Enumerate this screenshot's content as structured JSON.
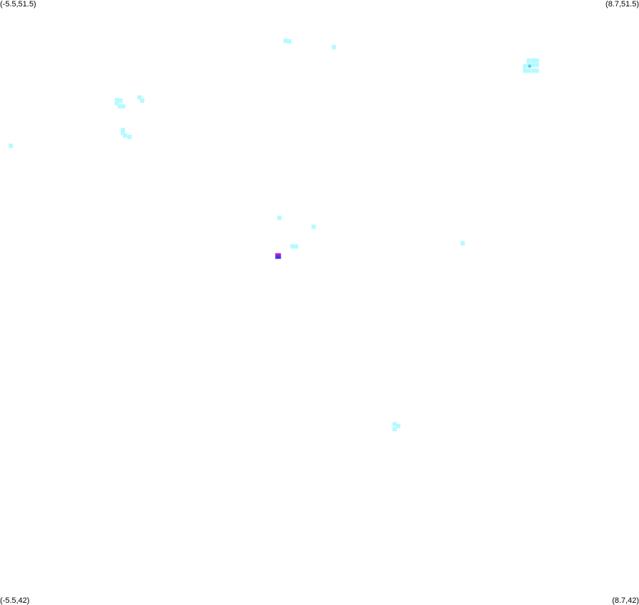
{
  "map": {
    "corners": {
      "top_left": "(-5.5,51.5)",
      "top_right": "(8.7,51.5)",
      "bottom_left": "(-5.5,42)",
      "bottom_right": "(8.7,42)"
    },
    "extent": {
      "lon_min": -5.5,
      "lon_max": 8.7,
      "lat_min": 42,
      "lat_max": 51.5
    },
    "colors": {
      "background": "#ffffff",
      "cell": "#b3fbff",
      "cell_dark": "#62c6ce",
      "highlight_top": "#d020d0",
      "highlight_bottom": "#2030f0"
    },
    "cells": [
      {
        "lon": 0.85,
        "lat": 50.86
      },
      {
        "lon": 0.93,
        "lat": 50.85
      },
      {
        "lon": 1.92,
        "lat": 50.76
      },
      {
        "lon": 6.25,
        "lat": 50.55
      },
      {
        "lon": 6.35,
        "lat": 50.55
      },
      {
        "lon": 6.43,
        "lat": 50.55
      },
      {
        "lon": 6.25,
        "lat": 50.48
      },
      {
        "lon": 6.35,
        "lat": 50.48
      },
      {
        "lon": 6.43,
        "lat": 50.48
      },
      {
        "lon": 6.17,
        "lat": 50.46
      },
      {
        "lon": 6.17,
        "lat": 50.39
      },
      {
        "lon": 6.25,
        "lat": 50.39
      },
      {
        "lon": 6.35,
        "lat": 50.39
      },
      {
        "lon": 6.43,
        "lat": 50.39
      },
      {
        "lon": -2.9,
        "lat": 49.93
      },
      {
        "lon": -2.82,
        "lat": 49.92
      },
      {
        "lon": -2.9,
        "lat": 49.88
      },
      {
        "lon": -2.84,
        "lat": 49.83
      },
      {
        "lon": -2.76,
        "lat": 49.83
      },
      {
        "lon": -2.4,
        "lat": 49.97
      },
      {
        "lon": -2.34,
        "lat": 49.92
      },
      {
        "lon": -2.77,
        "lat": 49.46
      },
      {
        "lon": -2.77,
        "lat": 49.41
      },
      {
        "lon": -2.72,
        "lat": 49.37
      },
      {
        "lon": -2.62,
        "lat": 49.35
      },
      {
        "lon": -5.26,
        "lat": 49.21
      },
      {
        "lon": 0.71,
        "lat": 48.08
      },
      {
        "lon": 1.47,
        "lat": 47.94
      },
      {
        "lon": 1.0,
        "lat": 47.63
      },
      {
        "lon": 1.08,
        "lat": 47.63
      },
      {
        "lon": 4.78,
        "lat": 47.68
      },
      {
        "lon": 3.27,
        "lat": 44.84
      },
      {
        "lon": 3.35,
        "lat": 44.81
      },
      {
        "lon": 3.27,
        "lat": 44.76
      }
    ],
    "dark_cells": [
      {
        "lon": 6.27,
        "lat": 50.46
      }
    ],
    "highlight_cell": {
      "lon": 0.68,
      "lat": 47.48
    }
  }
}
